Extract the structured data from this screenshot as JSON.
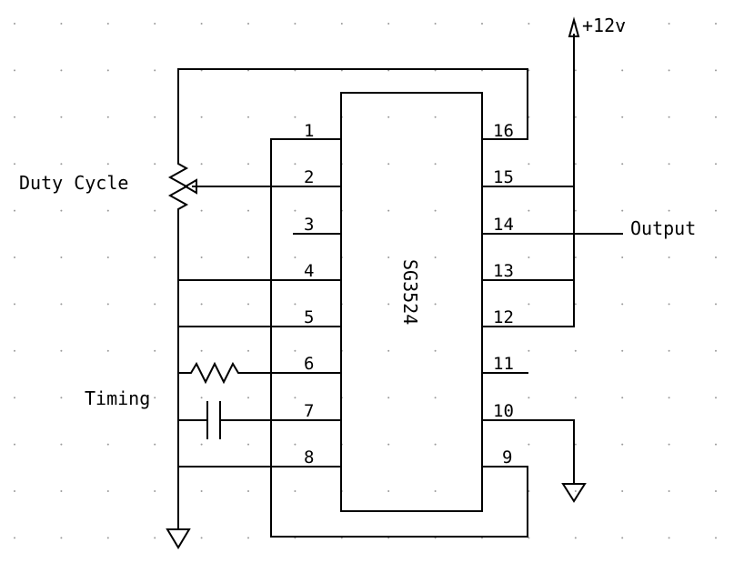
{
  "chip": {
    "label": "SG3524"
  },
  "labels": {
    "supply": "+12v",
    "output": "Output",
    "duty_cycle": "Duty Cycle",
    "timing": "Timing"
  },
  "pins": {
    "p1": "1",
    "p2": "2",
    "p3": "3",
    "p4": "4",
    "p5": "5",
    "p6": "6",
    "p7": "7",
    "p8": "8",
    "p9": "9",
    "p10": "10",
    "p11": "11",
    "p12": "12",
    "p13": "13",
    "p14": "14",
    "p15": "15",
    "p16": "16"
  }
}
